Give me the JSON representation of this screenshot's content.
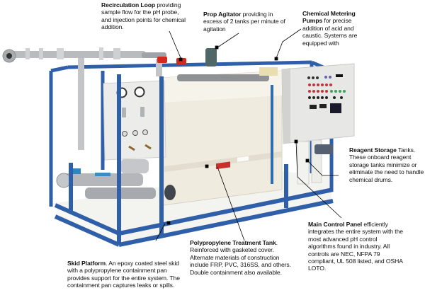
{
  "diagram": {
    "subject": "Skid-mounted pH neutralization system",
    "colors": {
      "frame_blue": "#2f5fa8",
      "tank_cream": "#eeeadf",
      "panel_white": "#e8e8e6",
      "pipe_gray": "#b4b6ba",
      "valve_red": "#d42a1e",
      "leader_line": "#000000"
    },
    "callouts": [
      {
        "id": "recirculation-loop",
        "title": "Recirculation Loop",
        "text": " providing sample flow for the pH probe, and injection points for chemical addition."
      },
      {
        "id": "prop-agitator",
        "title": "Prop Agitator",
        "text": " providing in excess of 2 tanks per minute of agitation"
      },
      {
        "id": "chemical-metering-pumps",
        "title": "Chemical Metering Pumps",
        "text": " for precise addition of acid and caustic. Systems are equipped with"
      },
      {
        "id": "reagent-storage",
        "title": "Reagent Storage",
        "text": " Tanks. These onboard reagent storage tanks minimize or eliminate the need to handle chemical drums."
      },
      {
        "id": "main-control-panel",
        "title": "Main Control Panel",
        "text": " efficiently integrates the entire system with the most advanced pH control algorithms found in industry. All controls are NEC, NFPA 79 compliant, UL 508 listed, and OSHA LOTO."
      },
      {
        "id": "polypropylene-treatment-tank",
        "title": "Polypropylene Treatment Tank",
        "text": ". Reinforced with gasketed cover. Alternate materials of construction include FRP, PVC, 316SS, and others. Double containment also available."
      },
      {
        "id": "skid-platform",
        "title": "Skid Platform",
        "text": ". An epoxy coated steel skid with a polypropylene containment pan provides support for the entire system. The containment pan captures leaks or spills."
      }
    ]
  }
}
